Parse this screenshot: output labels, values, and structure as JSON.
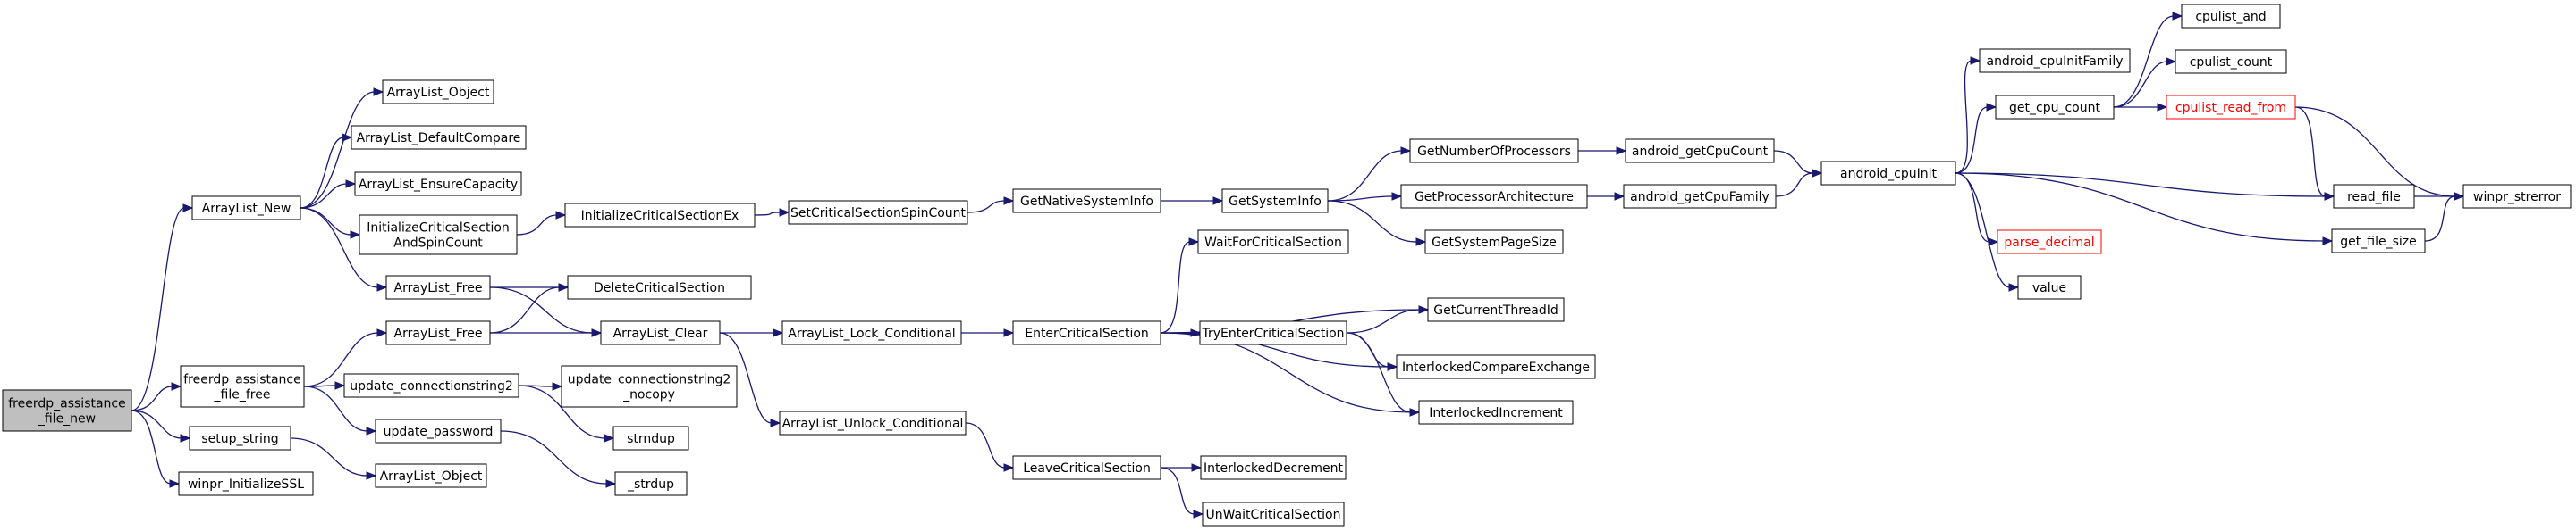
{
  "graph": {
    "nodes": [
      {
        "id": "root",
        "lines": [
          "freerdp_assistance",
          "_file_new"
        ],
        "style": "root"
      },
      {
        "id": "alnew",
        "lines": [
          "ArrayList_New"
        ]
      },
      {
        "id": "alobj1",
        "lines": [
          "ArrayList_Object"
        ]
      },
      {
        "id": "aldef",
        "lines": [
          "ArrayList_DefaultCompare"
        ]
      },
      {
        "id": "alcap",
        "lines": [
          "ArrayList_EnsureCapacity"
        ]
      },
      {
        "id": "initcs",
        "lines": [
          "InitializeCriticalSection",
          "AndSpinCount"
        ]
      },
      {
        "id": "initcsex",
        "lines": [
          "InitializeCriticalSectionEx"
        ]
      },
      {
        "id": "setcs",
        "lines": [
          "SetCriticalSectionSpinCount"
        ]
      },
      {
        "id": "native",
        "lines": [
          "GetNativeSystemInfo"
        ]
      },
      {
        "id": "sysinfo",
        "lines": [
          "GetSystemInfo"
        ]
      },
      {
        "id": "nproc",
        "lines": [
          "GetNumberOfProcessors"
        ]
      },
      {
        "id": "parch",
        "lines": [
          "GetProcessorArchitecture"
        ]
      },
      {
        "id": "pgsz",
        "lines": [
          "GetSystemPageSize"
        ]
      },
      {
        "id": "acpucount",
        "lines": [
          "android_getCpuCount"
        ]
      },
      {
        "id": "acpufam",
        "lines": [
          "android_getCpuFamily"
        ]
      },
      {
        "id": "acpuinit",
        "lines": [
          "android_cpuInit"
        ]
      },
      {
        "id": "acpuinitfam",
        "lines": [
          "android_cpuInitFamily"
        ]
      },
      {
        "id": "getcpucount",
        "lines": [
          "get_cpu_count"
        ]
      },
      {
        "id": "cpuand",
        "lines": [
          "cpulist_and"
        ]
      },
      {
        "id": "cpucount",
        "lines": [
          "cpulist_count"
        ]
      },
      {
        "id": "cpuread",
        "lines": [
          "cpulist_read_from"
        ],
        "style": "red"
      },
      {
        "id": "readfile",
        "lines": [
          "read_file"
        ]
      },
      {
        "id": "strerror",
        "lines": [
          "winpr_strerror"
        ]
      },
      {
        "id": "filesize",
        "lines": [
          "get_file_size"
        ]
      },
      {
        "id": "parsedec",
        "lines": [
          "parse_decimal"
        ],
        "style": "red"
      },
      {
        "id": "value",
        "lines": [
          "value"
        ]
      },
      {
        "id": "alfree1",
        "lines": [
          "ArrayList_Free"
        ]
      },
      {
        "id": "delcs",
        "lines": [
          "DeleteCriticalSection"
        ]
      },
      {
        "id": "alclear",
        "lines": [
          "ArrayList_Clear"
        ]
      },
      {
        "id": "alfree2",
        "lines": [
          "ArrayList_Free"
        ]
      },
      {
        "id": "fffree",
        "lines": [
          "freerdp_assistance",
          "_file_free"
        ]
      },
      {
        "id": "updcs2",
        "lines": [
          "update_connectionstring2"
        ]
      },
      {
        "id": "updcs2n",
        "lines": [
          "update_connectionstring2",
          "_nocopy"
        ]
      },
      {
        "id": "strndup",
        "lines": [
          "strndup"
        ]
      },
      {
        "id": "updpw",
        "lines": [
          "update_password"
        ]
      },
      {
        "id": "strdup",
        "lines": [
          "_strdup"
        ]
      },
      {
        "id": "setstr",
        "lines": [
          "setup_string"
        ]
      },
      {
        "id": "alobj2",
        "lines": [
          "ArrayList_Object"
        ]
      },
      {
        "id": "winssl",
        "lines": [
          "winpr_InitializeSSL"
        ]
      },
      {
        "id": "allock",
        "lines": [
          "ArrayList_Lock_Conditional"
        ]
      },
      {
        "id": "alunlock",
        "lines": [
          "ArrayList_Unlock_Conditional"
        ]
      },
      {
        "id": "entercs",
        "lines": [
          "EnterCriticalSection"
        ]
      },
      {
        "id": "leavecs",
        "lines": [
          "LeaveCriticalSection"
        ]
      },
      {
        "id": "waitcs",
        "lines": [
          "WaitForCriticalSection"
        ]
      },
      {
        "id": "trycs",
        "lines": [
          "TryEnterCriticalSection"
        ]
      },
      {
        "id": "curthread",
        "lines": [
          "GetCurrentThreadId"
        ]
      },
      {
        "id": "icmpx",
        "lines": [
          "InterlockedCompareExchange"
        ]
      },
      {
        "id": "iinc",
        "lines": [
          "InterlockedIncrement"
        ]
      },
      {
        "id": "idec",
        "lines": [
          "InterlockedDecrement"
        ]
      },
      {
        "id": "unwait",
        "lines": [
          "UnWaitCriticalSection"
        ]
      }
    ],
    "edges": [
      [
        "root",
        "alnew"
      ],
      [
        "root",
        "fffree"
      ],
      [
        "root",
        "setstr"
      ],
      [
        "root",
        "winssl"
      ],
      [
        "alnew",
        "alobj1"
      ],
      [
        "alnew",
        "aldef"
      ],
      [
        "alnew",
        "alcap"
      ],
      [
        "alnew",
        "initcs"
      ],
      [
        "alnew",
        "alfree1"
      ],
      [
        "initcs",
        "initcsex"
      ],
      [
        "initcsex",
        "setcs"
      ],
      [
        "setcs",
        "native"
      ],
      [
        "native",
        "sysinfo"
      ],
      [
        "sysinfo",
        "nproc"
      ],
      [
        "sysinfo",
        "parch"
      ],
      [
        "sysinfo",
        "pgsz"
      ],
      [
        "nproc",
        "acpucount"
      ],
      [
        "parch",
        "acpufam"
      ],
      [
        "acpucount",
        "acpuinit"
      ],
      [
        "acpufam",
        "acpuinit"
      ],
      [
        "acpuinit",
        "acpuinitfam"
      ],
      [
        "acpuinit",
        "getcpucount"
      ],
      [
        "acpuinit",
        "readfile"
      ],
      [
        "acpuinit",
        "filesize"
      ],
      [
        "acpuinit",
        "parsedec"
      ],
      [
        "acpuinit",
        "value"
      ],
      [
        "getcpucount",
        "cpuand"
      ],
      [
        "getcpucount",
        "cpucount"
      ],
      [
        "getcpucount",
        "cpuread"
      ],
      [
        "cpuread",
        "readfile"
      ],
      [
        "cpuread",
        "strerror"
      ],
      [
        "readfile",
        "strerror"
      ],
      [
        "filesize",
        "strerror"
      ],
      [
        "alfree1",
        "delcs"
      ],
      [
        "alfree1",
        "alclear"
      ],
      [
        "fffree",
        "alfree2"
      ],
      [
        "fffree",
        "updcs2"
      ],
      [
        "fffree",
        "updpw"
      ],
      [
        "alfree2",
        "delcs"
      ],
      [
        "alfree2",
        "alclear"
      ],
      [
        "updcs2",
        "updcs2n"
      ],
      [
        "updcs2",
        "strndup"
      ],
      [
        "updpw",
        "strdup"
      ],
      [
        "setstr",
        "alobj2"
      ],
      [
        "alclear",
        "allock"
      ],
      [
        "alclear",
        "alunlock"
      ],
      [
        "allock",
        "entercs"
      ],
      [
        "alunlock",
        "leavecs"
      ],
      [
        "entercs",
        "waitcs"
      ],
      [
        "entercs",
        "curthread"
      ],
      [
        "entercs",
        "trycs"
      ],
      [
        "entercs",
        "icmpx"
      ],
      [
        "entercs",
        "iinc"
      ],
      [
        "trycs",
        "curthread"
      ],
      [
        "trycs",
        "icmpx"
      ],
      [
        "trycs",
        "iinc"
      ],
      [
        "leavecs",
        "idec"
      ],
      [
        "leavecs",
        "unwait"
      ]
    ]
  }
}
